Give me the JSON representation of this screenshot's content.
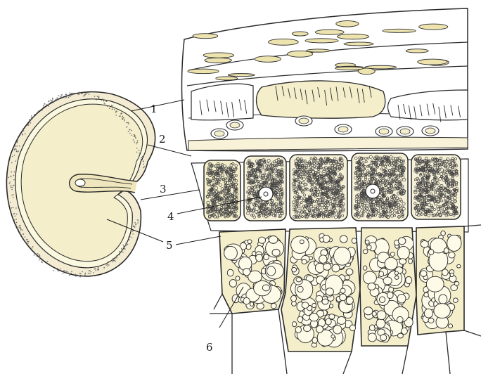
{
  "labels": [
    {
      "id": "label-1",
      "text": "1"
    },
    {
      "id": "label-2",
      "text": "2"
    },
    {
      "id": "label-3",
      "text": "3"
    },
    {
      "id": "label-4",
      "text": "4"
    },
    {
      "id": "label-5",
      "text": "5"
    },
    {
      "id": "label-6",
      "text": "6"
    }
  ],
  "colors": {
    "ink": "#2a2a2a",
    "cream": "#f4eecb",
    "creamDark": "#ece3ae",
    "paper": "#ffffff"
  }
}
